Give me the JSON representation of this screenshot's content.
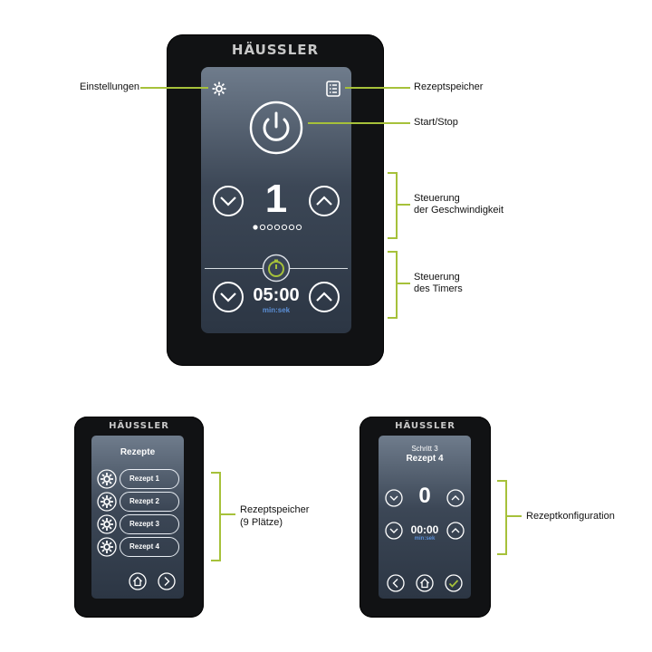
{
  "brand": "HÄUSSLER",
  "annotations": {
    "settings": "Einstellungen",
    "recipe_memory": "Rezeptspeicher",
    "start_stop": "Start/Stop",
    "speed_line1": "Steuerung",
    "speed_line2": "der Geschwindigkeit",
    "timer_line1": "Steuerung",
    "timer_line2": "des Timers",
    "recipes_line1": "Rezeptspeicher",
    "recipes_line2": "(9 Plätze)",
    "recipe_config": "Rezeptkonfiguration"
  },
  "main_screen": {
    "speed_value": "1",
    "speed_dots": 7,
    "speed_active_dot": 1,
    "timer_value": "05:00",
    "timer_unit": "min:sek"
  },
  "recipes_screen": {
    "title": "Rezepte",
    "items": [
      "Rezept 1",
      "Rezept 2",
      "Rezept 3",
      "Rezept 4"
    ]
  },
  "config_screen": {
    "step": "Schritt 3",
    "recipe": "Rezept 4",
    "speed_value": "0",
    "timer_value": "00:00",
    "timer_unit": "min:sek"
  },
  "colors": {
    "accent": "#a6c13a",
    "device": "#111214",
    "unit_text": "#5b8fd6"
  },
  "icons": [
    "gear-icon",
    "list-icon",
    "power-icon",
    "chevron-down-icon",
    "chevron-up-icon",
    "timer-icon",
    "home-icon",
    "chevron-right-icon",
    "chevron-left-icon",
    "check-icon"
  ]
}
